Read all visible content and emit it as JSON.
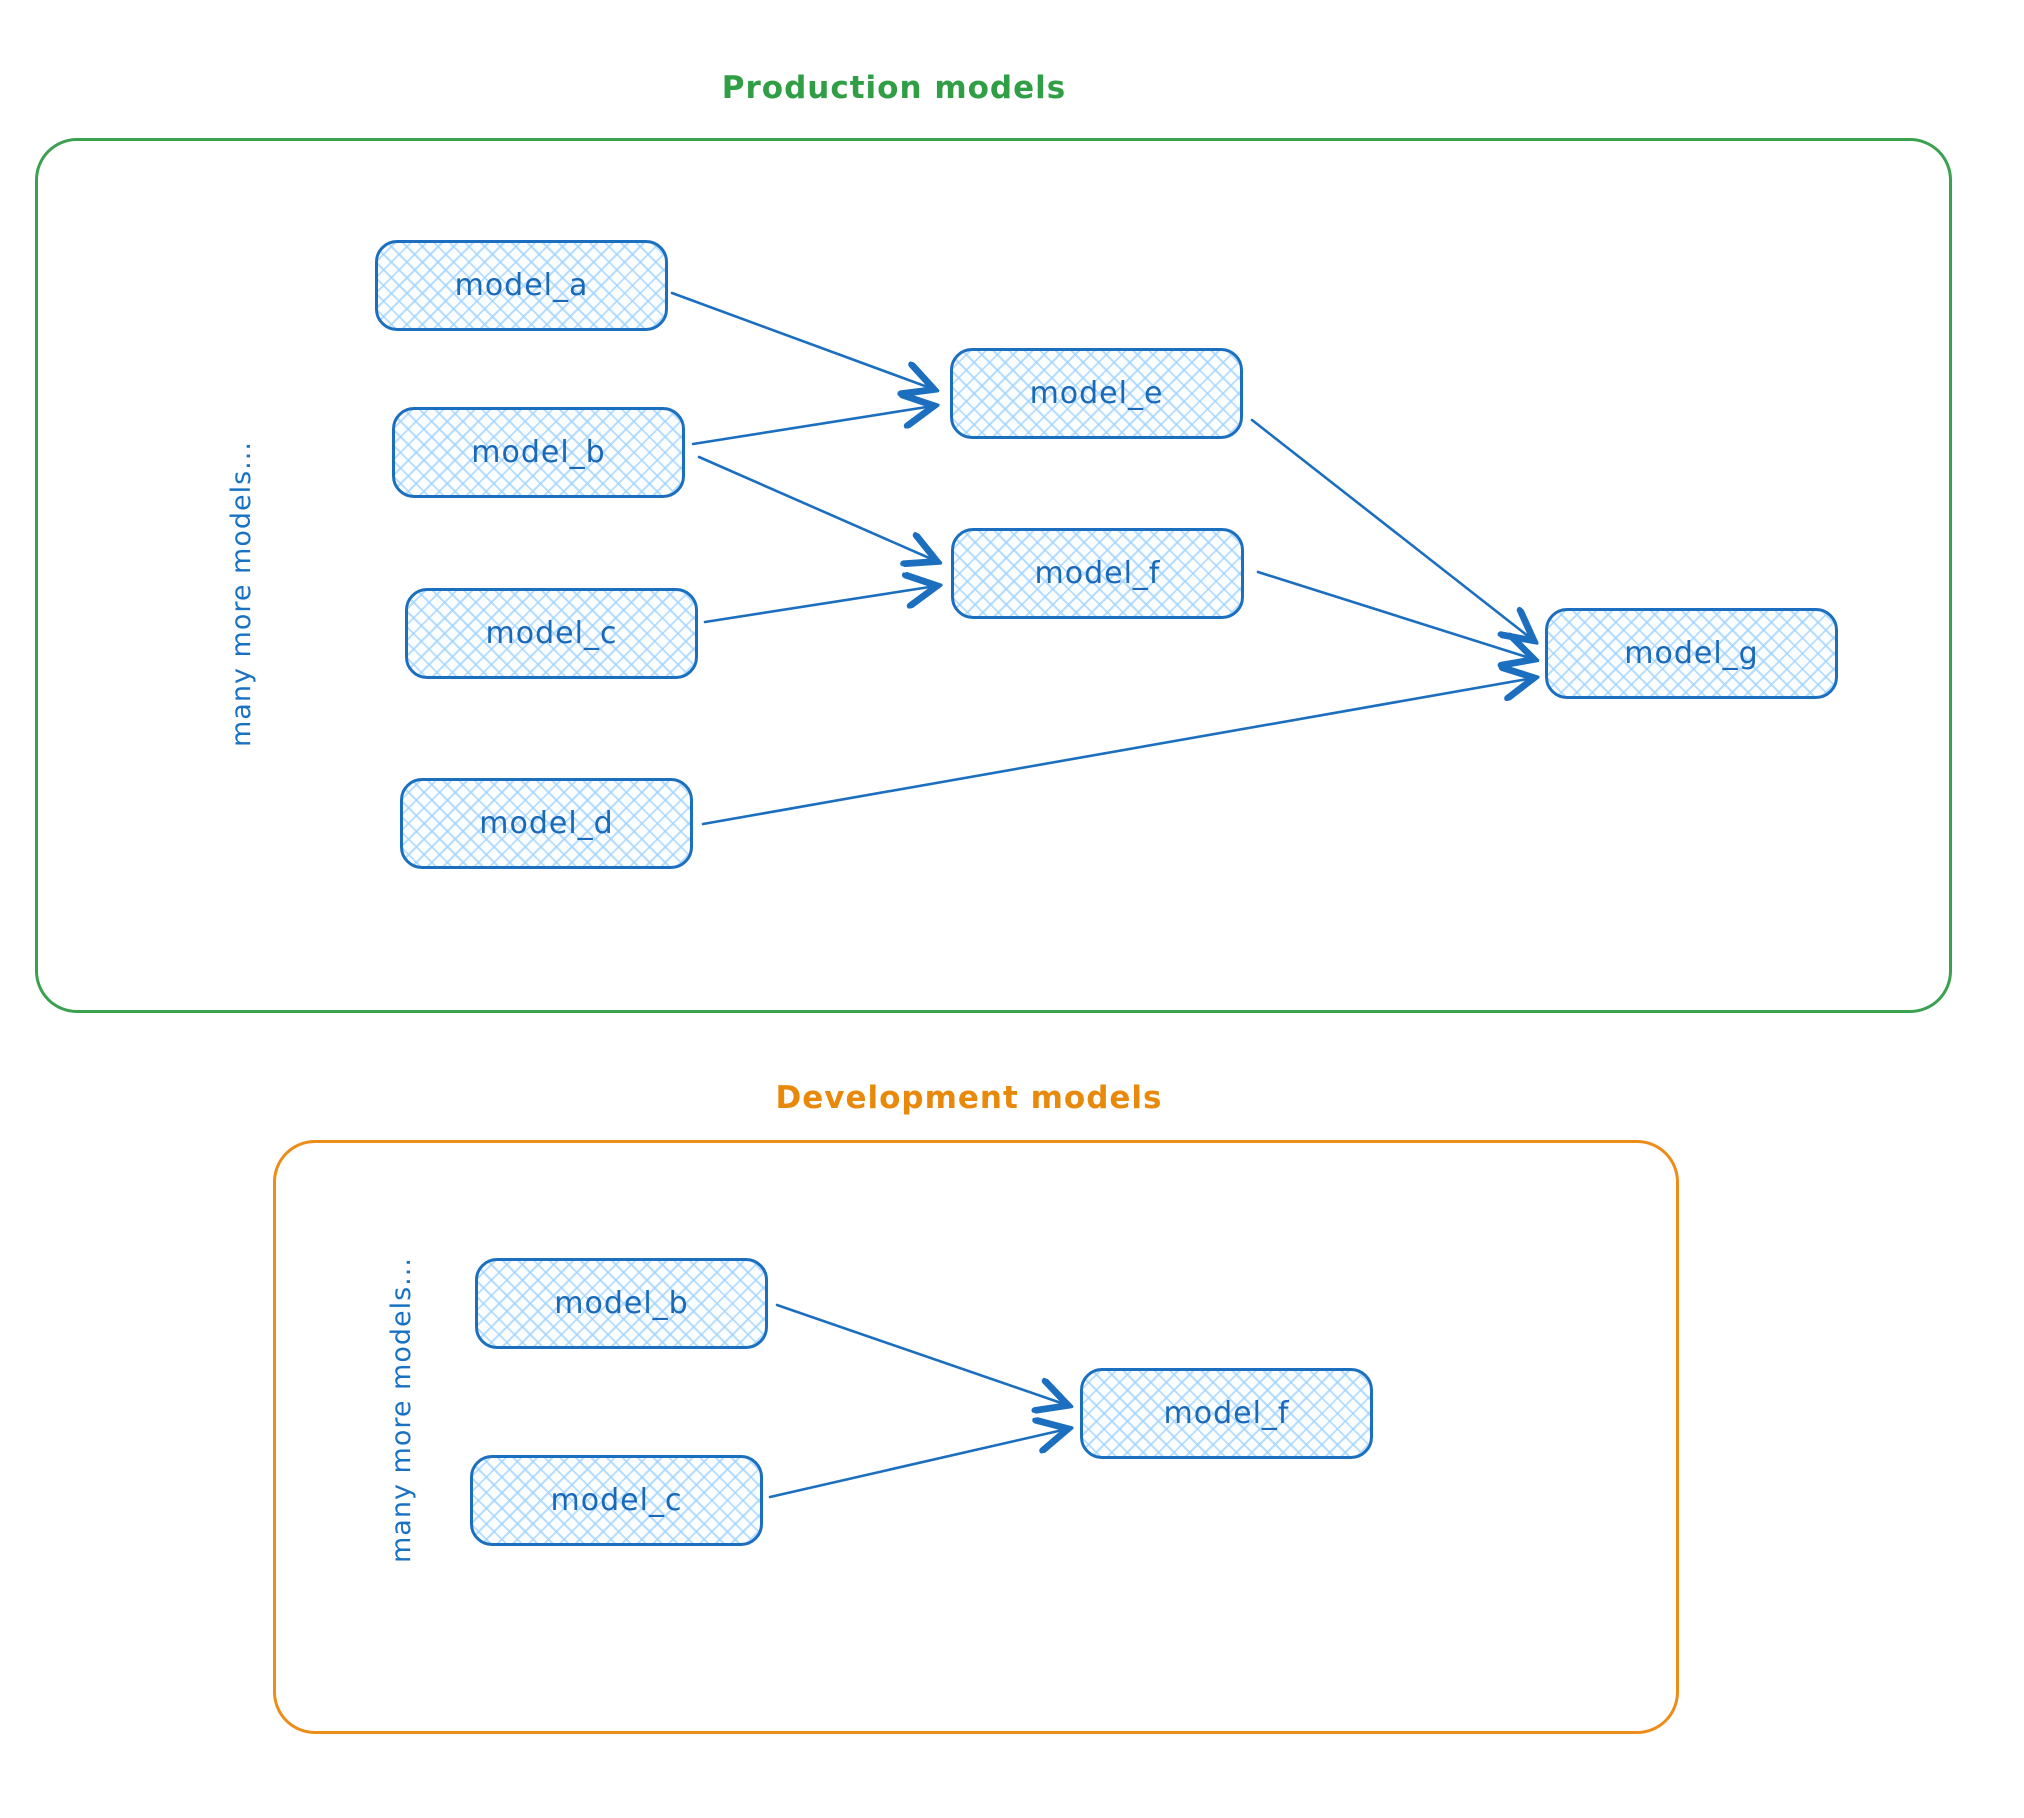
{
  "production": {
    "title": "Production models",
    "accent_color": "#2f9e44",
    "side_label": "many more models...",
    "nodes": [
      {
        "id": "model_a",
        "label": "model_a"
      },
      {
        "id": "model_b",
        "label": "model_b"
      },
      {
        "id": "model_c",
        "label": "model_c"
      },
      {
        "id": "model_d",
        "label": "model_d"
      },
      {
        "id": "model_e",
        "label": "model_e"
      },
      {
        "id": "model_f",
        "label": "model_f"
      },
      {
        "id": "model_g",
        "label": "model_g"
      }
    ],
    "edges": [
      {
        "from": "model_a",
        "to": "model_e"
      },
      {
        "from": "model_b",
        "to": "model_e"
      },
      {
        "from": "model_b",
        "to": "model_f"
      },
      {
        "from": "model_c",
        "to": "model_f"
      },
      {
        "from": "model_e",
        "to": "model_g"
      },
      {
        "from": "model_f",
        "to": "model_g"
      },
      {
        "from": "model_d",
        "to": "model_g"
      }
    ]
  },
  "development": {
    "title": "Development models",
    "accent_color": "#e8890c",
    "side_label": "many more models...",
    "nodes": [
      {
        "id": "model_b",
        "label": "model_b"
      },
      {
        "id": "model_c",
        "label": "model_c"
      },
      {
        "id": "model_f",
        "label": "model_f"
      }
    ],
    "edges": [
      {
        "from": "model_b",
        "to": "model_f"
      },
      {
        "from": "model_c",
        "to": "model_f"
      }
    ]
  },
  "style": {
    "node_stroke_color": "#1c6fbf",
    "node_fill_color": "#d6eaff",
    "node_text_color": "#1969b8"
  }
}
